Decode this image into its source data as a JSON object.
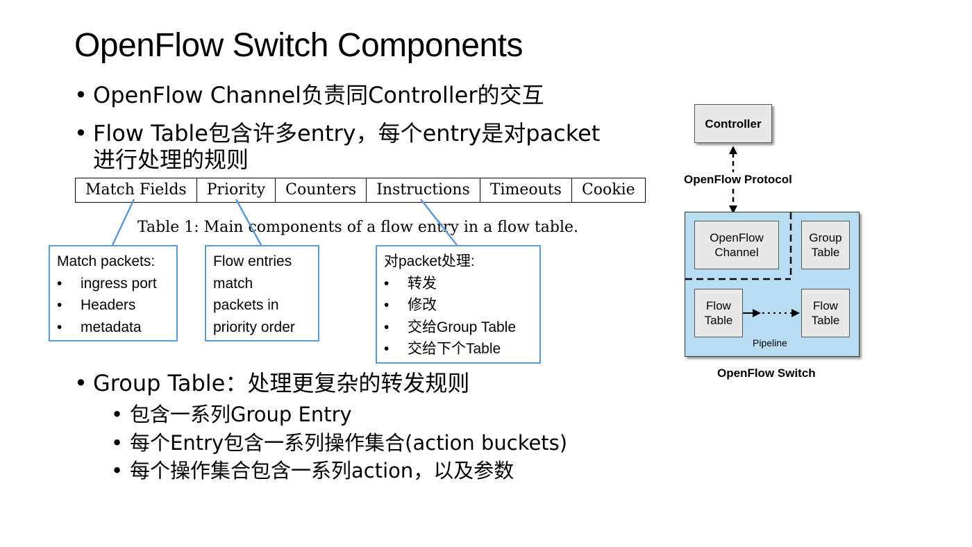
{
  "title": "OpenFlow Switch Components",
  "bullets": [
    {
      "text": "OpenFlow Channel负责同Controller的交互"
    },
    {
      "text": "Flow Table包含许多entry，每个entry是对packet",
      "cont": "进行处理的规则"
    },
    {
      "text": "Group Table：处理更复杂的转发规则"
    }
  ],
  "sub_bullets": [
    "包含一系列Group Entry",
    "每个Entry包含一系列操作集合(action buckets)",
    "每个操作集合包含一系列action，以及参数"
  ],
  "flow_table": {
    "columns": [
      "Match Fields",
      "Priority",
      "Counters",
      "Instructions",
      "Timeouts",
      "Cookie"
    ],
    "caption": "Table 1: Main components of a flow entry in a flow table."
  },
  "callouts": {
    "match": {
      "heading": "Match packets:",
      "items": [
        "ingress port",
        "Headers",
        "metadata"
      ]
    },
    "priority": {
      "lines": [
        "Flow entries",
        "match",
        "packets in",
        "priority order"
      ]
    },
    "instructions": {
      "heading": "对packet处理:",
      "items": [
        "转发",
        "修改",
        "交给Group Table",
        "交给下个Table"
      ]
    }
  },
  "diagram": {
    "controller": "Controller",
    "protocol": "OpenFlow Protocol",
    "channel": [
      "OpenFlow",
      "Channel"
    ],
    "group_table": [
      "Group",
      "Table"
    ],
    "flow_table_1": [
      "Flow",
      "Table"
    ],
    "flow_table_2": [
      "Flow",
      "Table"
    ],
    "pipeline": "Pipeline",
    "switch": "OpenFlow Switch"
  },
  "colors": {
    "callout_border": "#5b9bd5",
    "switch_bg": "#b8dcf2"
  }
}
